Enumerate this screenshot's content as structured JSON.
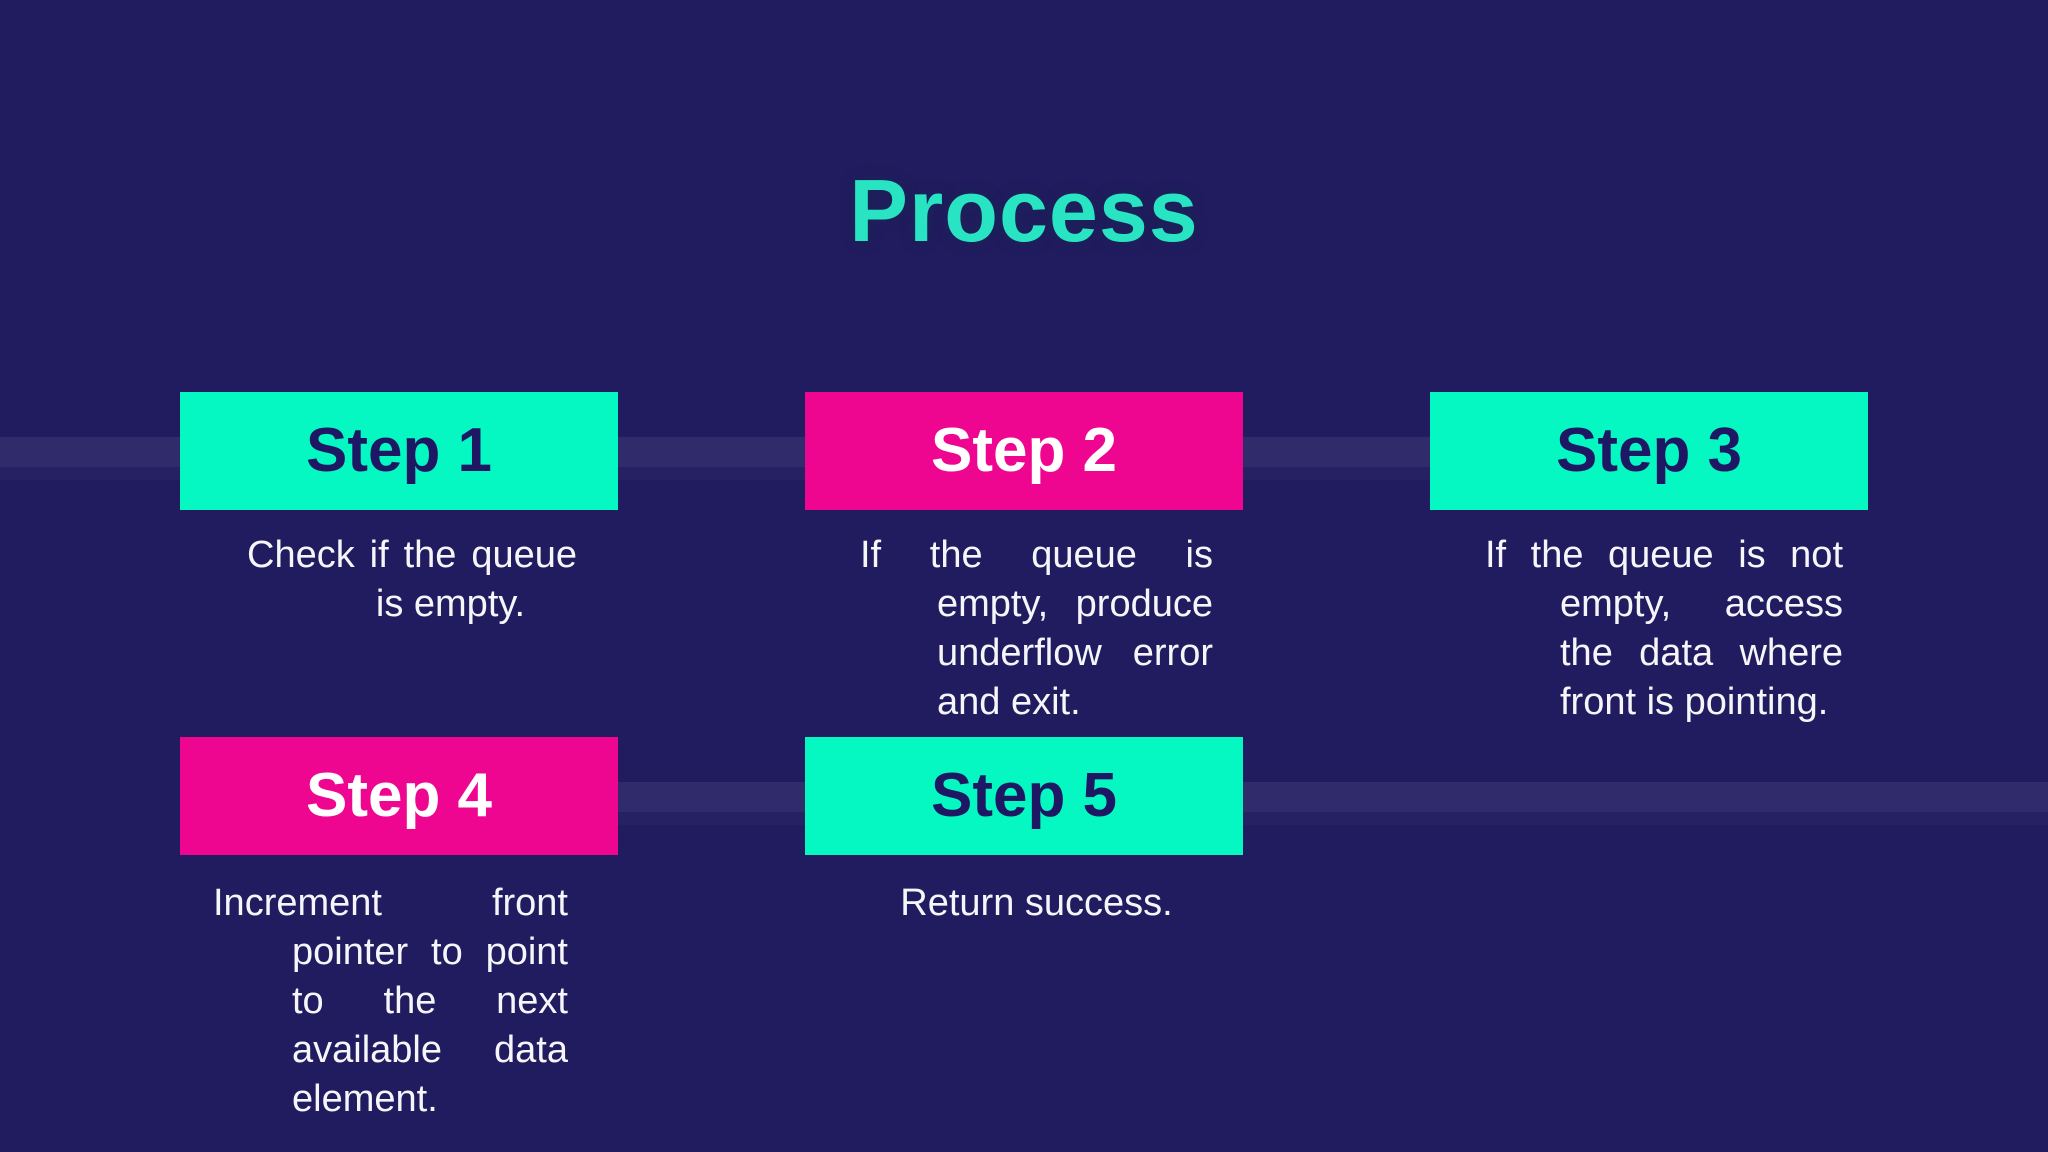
{
  "title": "Process",
  "colors": {
    "background": "#211B5F",
    "band": "rgba(255,255,255,0.07)",
    "teal_box": "#06F8C2",
    "magenta_box": "#EE0690",
    "title_teal": "#28E4C2",
    "navy_text": "#1E1864",
    "body_text": "#F5F5FA"
  },
  "steps": [
    {
      "label": "Step 1",
      "variant": "teal",
      "description": "Check if the queue is empty.",
      "lines": [
        {
          "text": "Check if the queue",
          "align": "justify",
          "indent": false
        },
        {
          "text": "is empty.",
          "align": "center",
          "indent": true
        }
      ]
    },
    {
      "label": "Step 2",
      "variant": "magenta",
      "description": "If the queue is empty, produce underflow error and exit.",
      "lines": [
        {
          "text": "If the queue is",
          "align": "justify",
          "indent": false
        },
        {
          "text": "empty, produce",
          "align": "justify",
          "indent": true
        },
        {
          "text": "underflow error",
          "align": "justify",
          "indent": true
        },
        {
          "text": "and exit.",
          "align": "left",
          "indent": true
        }
      ]
    },
    {
      "label": "Step 3",
      "variant": "teal",
      "description": "If the queue is not empty, access the data where front is pointing.",
      "lines": [
        {
          "text": "If the queue is not",
          "align": "justify",
          "indent": false
        },
        {
          "text": "empty, access",
          "align": "justify",
          "indent": true
        },
        {
          "text": "the data where",
          "align": "justify",
          "indent": true
        },
        {
          "text": "front is pointing.",
          "align": "left",
          "indent": true
        }
      ]
    },
    {
      "label": "Step 4",
      "variant": "magenta",
      "description": "Increment front pointer to point to the next available data element.",
      "lines": [
        {
          "text": "Increment front",
          "align": "justify",
          "indent": false
        },
        {
          "text": "pointer to point",
          "align": "justify",
          "indent": true
        },
        {
          "text": "to the next",
          "align": "justify",
          "indent": true
        },
        {
          "text": "available data",
          "align": "justify",
          "indent": true
        },
        {
          "text": "element.",
          "align": "left",
          "indent": true
        }
      ]
    },
    {
      "label": "Step 5",
      "variant": "teal",
      "description": "Return success.",
      "lines": [
        {
          "text": "Return success.",
          "align": "center",
          "indent": false
        }
      ]
    }
  ]
}
